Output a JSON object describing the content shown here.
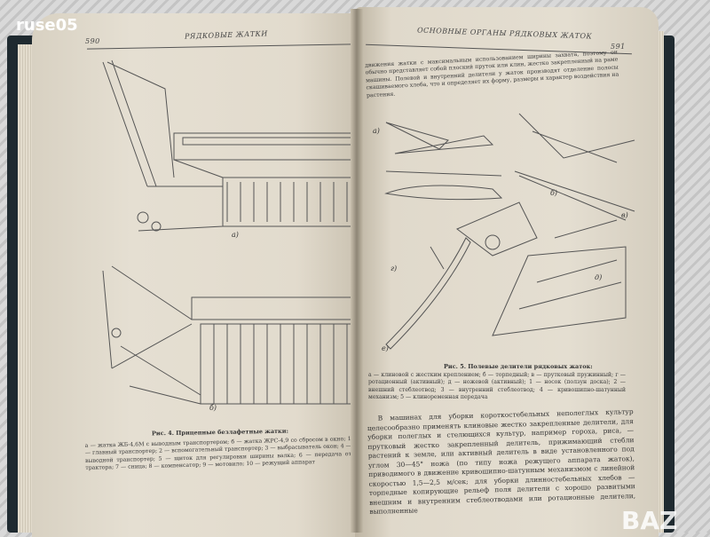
{
  "watermark_top": "ruse05",
  "watermark_bottom": "BAZ",
  "left_page": {
    "page_number": "590",
    "running_head": "РЯДКОВЫЕ ЖАТКИ",
    "figure_labels": [
      "а)",
      "б)"
    ],
    "caption_title": "Рис. 4. Прицепные безлафетные жатки:",
    "caption_text": "а — жатка ЖБ-4,6М с выводным транспортером; б — жатка ЖРС-4,9 со сбросом в окно; 1 — главный транспортер; 2 — вспомогательный транспортер; 3 — выбрасыватель окон; 4 — выводной транспортер; 5 — щиток для регулировки ширины валка; 6 — передача от трактора; 7 — сница; 8 — компенсатор; 9 — мотовило; 10 — режущий аппарат"
  },
  "right_page": {
    "page_number": "591",
    "running_head": "ОСНОВНЫЕ ОРГАНЫ РЯДКОВЫХ ЖАТОК",
    "top_text": "движения жатки с максимальным использованием ширины захвата, поэтому он обычно представляет собой плоский пруток или клин, жестко закрепленный на раме машины. Полевой и внутренний делители у жаток производят отделение полосы скашиваемого хлеба, что и определяет их форму, размеры и характер воздействия на растения.",
    "figure_labels": [
      "а)",
      "б)",
      "в)",
      "г)",
      "д)",
      "е)"
    ],
    "caption_title": "Рис. 5. Полевые делители рядковых жаток:",
    "caption_text": "а — клиновой с жестким креплением; б — торпедный; в — прутковый пружинный; г — ротационный (активный); д — ножевой (активный); 1 — носок (ползун доска); 2 — внешний стеблеотвод; 3 — внутренний стеблеотвод; 4 — кривошипно-шатунный механизм; 5 — клиноременная передача",
    "body_text": "В машинах для уборки коротко­стебельных неполеглых культур целесообразно применять клиновые жестко закрепленные делители, для уборки полеглых и стелющихся культур, например гороха, риса, — прутковый жестко закрепленный делитель, прижимающий стебли растений к земле, или активный делитель в виде установленного под углом 30—45° ножа (по типу ножа режущего аппарата жаток), приводимого в движение кривошипно-шатунным механизмом с линейной скоростью 1,5—2,5 м/сек; для уборки длинностебельных хлебов — торпедные копирующие рельеф поля делители с хорошо развитыми внешним и внутренним стеблеотводами или ротационные делители, выполненные"
  }
}
